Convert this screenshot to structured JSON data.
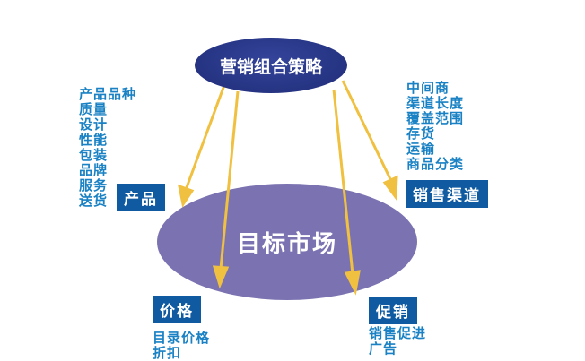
{
  "center": {
    "title": "营销组合策略",
    "market": "目标市场"
  },
  "product": {
    "label": "产品",
    "items": [
      "产品品种",
      "质量",
      "设计",
      "性能",
      "包装",
      "品牌",
      "服务",
      "送货"
    ]
  },
  "channel": {
    "label": "销售渠道",
    "items": [
      "中间商",
      "渠道长度",
      "覆盖范围",
      "存货",
      "运输",
      "商品分类"
    ]
  },
  "price": {
    "label": "价格",
    "items": [
      "目录价格",
      "折扣"
    ]
  },
  "promotion": {
    "label": "促销",
    "items": [
      "销售促进",
      "广告"
    ]
  },
  "colors": {
    "arrow": "#f0c040",
    "box": "#0f5aa0",
    "text": "#1a82c4"
  }
}
